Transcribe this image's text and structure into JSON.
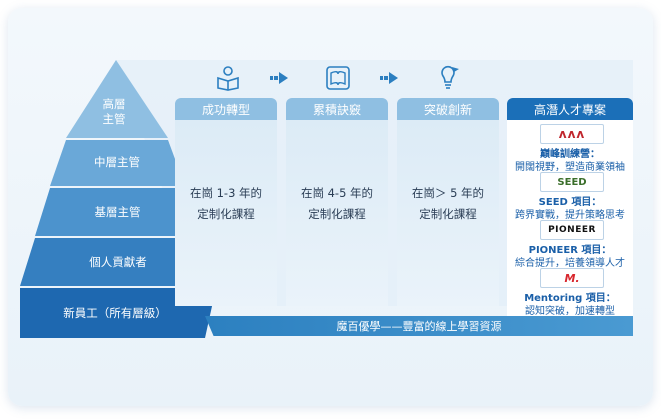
{
  "pyramid": {
    "levels": [
      {
        "label": "高層\n主管",
        "color": "#8fbfe2"
      },
      {
        "label": "中層主管",
        "color": "#6aa8d8"
      },
      {
        "label": "基層主管",
        "color": "#4c93cd"
      },
      {
        "label": "個人貢獻者",
        "color": "#357fc0"
      },
      {
        "label": "新員工（所有層級）",
        "color": "#1e68b0"
      }
    ]
  },
  "columns": [
    {
      "title": "成功轉型",
      "line1": "在崗 1-3 年的",
      "line2": "定制化課程",
      "icon": "reading-person-icon"
    },
    {
      "title": "累積訣竅",
      "line1": "在崗 4-5 年的",
      "line2": "定制化課程",
      "icon": "book-icon"
    },
    {
      "title": "突破創新",
      "line1": "在崗＞ 5 年的",
      "line2": "定制化課程",
      "icon": "lightbulb-icon"
    }
  ],
  "high_potential": {
    "title": "高潛人才專案",
    "programs": [
      {
        "logo": "ʌʌʌ",
        "name": "巔峰訓練營：",
        "desc": "開闊視野，塑造商業領袖",
        "logo_color": "#c0262d"
      },
      {
        "logo": "SEED",
        "name": "SEED 項目：",
        "desc": "跨界實戰，提升策略思考",
        "logo_color": "#3a6e2a"
      },
      {
        "logo": "PIONEER",
        "name": "PIONEER 項目：",
        "desc": "綜合提升，培養領導人才",
        "logo_color": "#111111"
      },
      {
        "logo": "M.",
        "name": "Mentoring 項目：",
        "desc": "認知突破，加速轉型",
        "logo_color": "#d8262d"
      }
    ]
  },
  "bottom_bar": {
    "text": "魔百優學——豐富的線上學習資源"
  }
}
